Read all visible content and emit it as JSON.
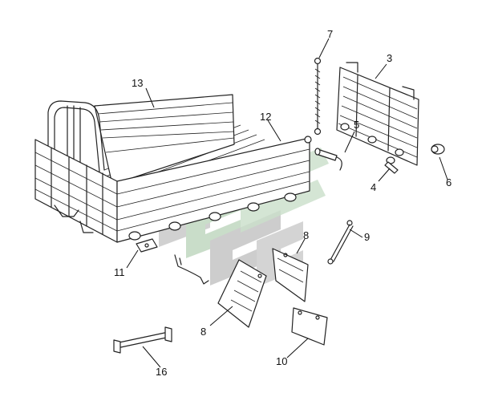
{
  "diagram": {
    "callouts": [
      {
        "id": "c1",
        "number": "13"
      },
      {
        "id": "c2",
        "number": "12"
      },
      {
        "id": "c3",
        "number": "7"
      },
      {
        "id": "c4",
        "number": "3"
      },
      {
        "id": "c5",
        "number": "5"
      },
      {
        "id": "c6",
        "number": "4"
      },
      {
        "id": "c7",
        "number": "6"
      },
      {
        "id": "c8",
        "number": "9"
      },
      {
        "id": "c9",
        "number": "8"
      },
      {
        "id": "c10",
        "number": "11"
      },
      {
        "id": "c11",
        "number": "8"
      },
      {
        "id": "c12",
        "number": "10"
      },
      {
        "id": "c13",
        "number": "16"
      }
    ],
    "colors": {
      "line": "#222222",
      "watermark_gray": "#c9c9c9",
      "watermark_green": "#cfe3cf",
      "background": "#ffffff"
    }
  }
}
